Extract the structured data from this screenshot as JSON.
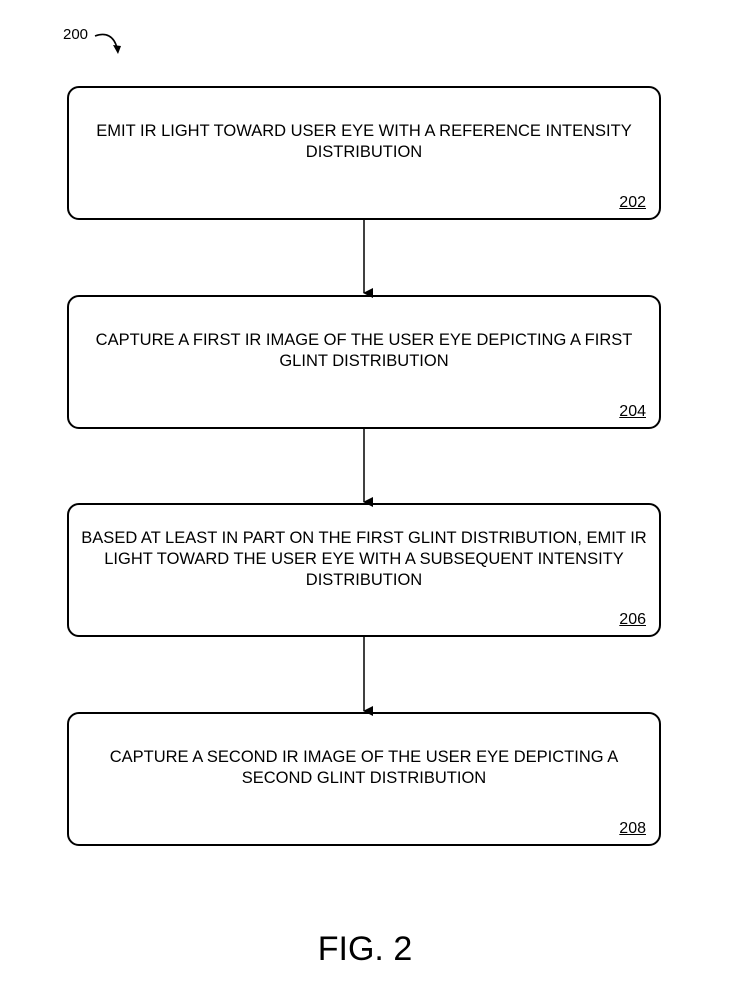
{
  "figure_ref": "200",
  "figure_caption": "FIG. 2",
  "steps": [
    {
      "text": "EMIT IR LIGHT TOWARD USER EYE WITH A REFERENCE INTENSITY DISTRIBUTION",
      "ref": "202"
    },
    {
      "text": "CAPTURE A FIRST IR IMAGE OF THE USER EYE DEPICTING A FIRST GLINT DISTRIBUTION",
      "ref": "204"
    },
    {
      "text": "BASED AT LEAST IN PART ON THE FIRST GLINT DISTRIBUTION, EMIT IR LIGHT TOWARD THE USER EYE WITH A SUBSEQUENT INTENSITY DISTRIBUTION",
      "ref": "206"
    },
    {
      "text": "CAPTURE A SECOND IR IMAGE OF THE USER EYE DEPICTING A SECOND GLINT DISTRIBUTION",
      "ref": "208"
    }
  ]
}
